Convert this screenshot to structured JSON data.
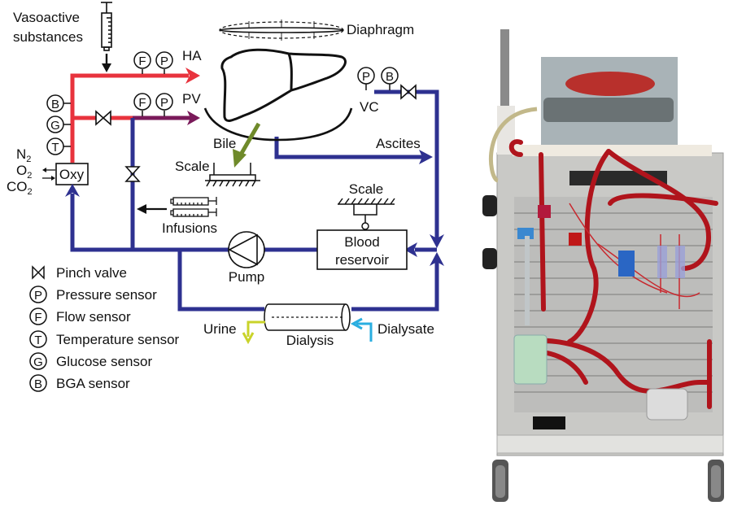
{
  "colors": {
    "arterial": "#e8333d",
    "portal": "#7a1a5a",
    "venous": "#2e3190",
    "bile": "#6f8a2a",
    "urine": "#c9d32a",
    "dialysate": "#2aaee0",
    "line": "#111111"
  },
  "schematic": {
    "vasoactive_label_line1": "Vasoactive",
    "vasoactive_label_line2": "substances",
    "ha_label": "HA",
    "pv_label": "PV",
    "vc_label": "VC",
    "diaphragm_label": "Diaphragm",
    "bile_label": "Bile",
    "bile_scale_label": "Scale",
    "ascites_label": "Ascites",
    "oxy_label": "Oxy",
    "gases": [
      {
        "base": "N",
        "sub": "2"
      },
      {
        "base": "O",
        "sub": "2"
      },
      {
        "base": "CO",
        "sub": "2"
      }
    ],
    "infusions_label": "Infusions",
    "reservoir_scale_label": "Scale",
    "reservoir_line1": "Blood",
    "reservoir_line2": "reservoir",
    "pump_label": "Pump",
    "dialysis_label": "Dialysis",
    "urine_label": "Urine",
    "dialysate_label": "Dialysate",
    "sensors": {
      "flow": "F",
      "pressure": "P",
      "bga": "B",
      "glucose": "G",
      "temperature": "T"
    }
  },
  "legend": [
    {
      "icon": "pinch-valve-icon",
      "symbol": "",
      "label": "Pinch valve"
    },
    {
      "icon": "pressure-sensor-icon",
      "symbol": "P",
      "label": "Pressure sensor"
    },
    {
      "icon": "flow-sensor-icon",
      "symbol": "F",
      "label": "Flow sensor"
    },
    {
      "icon": "temperature-sensor-icon",
      "symbol": "T",
      "label": "Temperature sensor"
    },
    {
      "icon": "glucose-sensor-icon",
      "symbol": "G",
      "label": "Glucose sensor"
    },
    {
      "icon": "bga-sensor-icon",
      "symbol": "B",
      "label": "BGA sensor"
    }
  ],
  "photo": {
    "subject": "perfusion-device-rendering"
  }
}
